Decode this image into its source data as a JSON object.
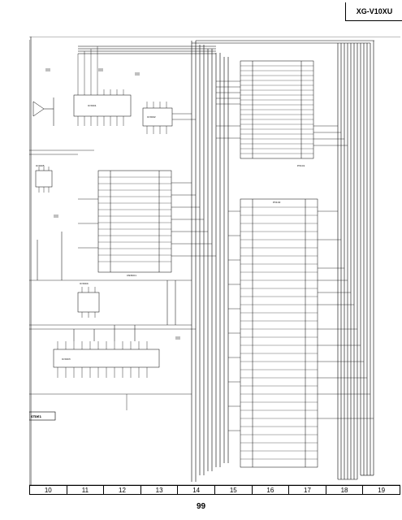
{
  "header": {
    "model": "XG-V10XU"
  },
  "diagram": {
    "ic_labels": [
      "IC3001",
      "IC3002",
      "IC3003",
      "IC3004",
      "IC3005"
    ],
    "connector_labels": [
      "P3101",
      "P3102",
      "CN3001"
    ],
    "side_label": "STDE1"
  },
  "ruler": {
    "columns": [
      "10",
      "11",
      "12",
      "13",
      "14",
      "15",
      "16",
      "17",
      "18",
      "19"
    ]
  },
  "footer": {
    "page_number": "99"
  }
}
